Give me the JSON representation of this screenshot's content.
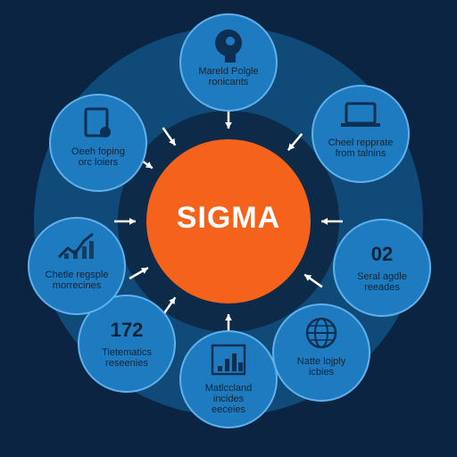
{
  "center": {
    "title": "SIGMA",
    "color": "#f5621b"
  },
  "colors": {
    "background": "#0b2442",
    "outer_ring": "#0f4a78",
    "inner_ring": "#0d2a48",
    "node_fill": "#1f7bbf",
    "node_border": "#5fb1ec",
    "arrow": "#ffffff"
  },
  "nodes": [
    {
      "icon": "head-gear-icon",
      "lines": [
        "Mareld Polgle",
        "ronicants"
      ],
      "value": ""
    },
    {
      "icon": "laptop-icon",
      "lines": [
        "Cheel repprate",
        "from talnins"
      ],
      "value": ""
    },
    {
      "icon": "",
      "lines": [
        "Seral agdle",
        "reeades"
      ],
      "value": "02"
    },
    {
      "icon": "globe-icon",
      "lines": [
        "Natte lojply",
        "icbies"
      ],
      "value": ""
    },
    {
      "icon": "bar-chart-icon",
      "lines": [
        "Matlccland",
        "incides",
        "eeceies"
      ],
      "value": ""
    },
    {
      "icon": "",
      "lines": [
        "Tietematics",
        "reseenies"
      ],
      "value": "172"
    },
    {
      "icon": "line-chart-icon",
      "lines": [
        "Chetle regsple",
        "morrecines"
      ],
      "value": ""
    },
    {
      "icon": "tablet-icon",
      "lines": [
        "Oeeh foping",
        "orc loiers"
      ],
      "value": ""
    }
  ]
}
